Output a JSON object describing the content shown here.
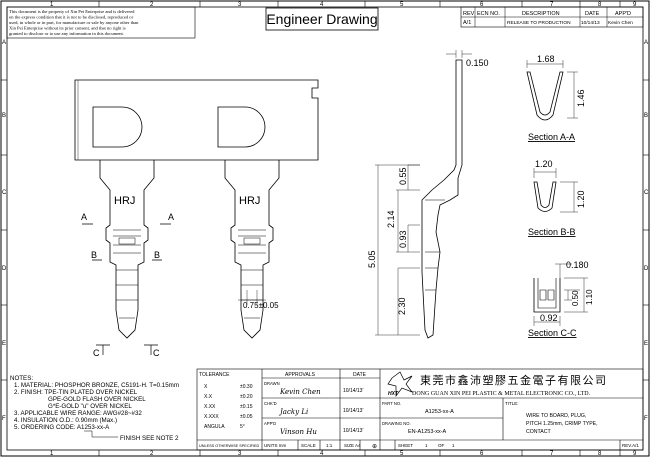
{
  "title": "Engineer Drawing",
  "notice": [
    "This document is the property of Xin Pei Enterprise and is delivered",
    "on the express condition that it is not to be disclosed, reproduced or",
    "used, in whole or in part, for manufacture or sale by anyone other than",
    "Xin Pei Enterprise without its prior consent, and that no right is",
    "granted to disclose or to use any information in this document."
  ],
  "border": {
    "columns": [
      "1",
      "2",
      "3",
      "4",
      "5",
      "6",
      "7",
      "8",
      "9"
    ],
    "rows": [
      "A",
      "B",
      "C",
      "D",
      "E",
      "F"
    ]
  },
  "revision": {
    "headers": [
      "REV",
      "ECN NO.",
      "DESCRIPTION",
      "DATE",
      "APP'D"
    ],
    "row": [
      "A/1",
      "",
      "RELEASE TO PRODUCTION",
      "10/14/13",
      "Kevin Chen"
    ]
  },
  "dims": {
    "top_width": "0.150",
    "sec_a_width": "1.68",
    "sec_a_height": "1.46",
    "sec_b_width": "1.20",
    "sec_b_height": "1.20",
    "sec_c_top": "0.180",
    "sec_c_h1": "0.50",
    "sec_c_h2": "1.10",
    "sec_c_bottom": "0.92",
    "side_055": "0.55",
    "side_214": "2.14",
    "side_093": "0.93",
    "side_505": "5.05",
    "side_230": "2.30",
    "pitch_075": "0.75±0.05"
  },
  "sections": {
    "a": "Section A-A",
    "b": "Section B-B",
    "c": "Section C-C",
    "label_a": "A",
    "label_b": "B",
    "label_c": "C",
    "housing_mark": "HRJ"
  },
  "notes": [
    "NOTES:",
    "1. MATERIAL: PHOSPHOR BRONZE, C5191-H. T=0.15mm",
    "2. FINISH: TPE-TIN PLATED OVER NICKEL",
    "GPE-GOLD FLASH OVER NICKEL",
    "G*E-GOLD \"u\" OVER NICKEL",
    "3. APPLICABLE WIRE RANGE: AWG#28~#32",
    "4. INSULATION O.D.: 0.90mm (Max.)",
    "5. ORDERING CODE: A1253-xx-A",
    "FINISH SEE NOTE 2"
  ],
  "tolerance": {
    "header": "TOLERANCE",
    "rows": [
      [
        "X",
        "±0.30"
      ],
      [
        "X.X",
        "±0.20"
      ],
      [
        "X.XX",
        "±0.15"
      ],
      [
        "X.XXX",
        "±0.05"
      ],
      [
        "ANGULA",
        "5°"
      ]
    ],
    "footer": "UNLESS OTHERWISE SPECIFIED"
  },
  "approvals": {
    "header": "APPROVALS",
    "date_header": "DATE",
    "rows": [
      {
        "role": "DRAWN",
        "name": "Kevin Chen",
        "date": "10/14/13'"
      },
      {
        "role": "CHK'D",
        "name": "Jacky Li",
        "date": "10/14/13'"
      },
      {
        "role": "APP'D",
        "name": "Vinson Hu",
        "date": "10/14/13'"
      }
    ],
    "units": "UNITS mm",
    "scale": "SCALE",
    "scale_val": "1:1",
    "size": "SIZE A4",
    "sheet": "SHEET",
    "sheet_val": "1",
    "of": "OF",
    "of_val": "1"
  },
  "company": {
    "logo": "HXT",
    "name_cn": "東莞市鑫沛塑膠五金電子有限公司",
    "name_en": "DONG GUAN XIN PEI PLASTIC & METAL ELECTRONIC CO., LTD.",
    "part_label": "PART NO.",
    "part_no": "A1253-xx-A",
    "drawing_label": "DRAWING NO.",
    "drawing_no": "EN-A1253-xx-A",
    "title_label": "TITLE:",
    "title_lines": [
      "WIRE TO BOARD, PLUG,",
      "PITCH 1.25mm, CRIMP TYPE,",
      "CONTACT"
    ],
    "rev": "REV.A/1"
  },
  "colors": {
    "line": "#000000",
    "paper": "#ffffff"
  }
}
